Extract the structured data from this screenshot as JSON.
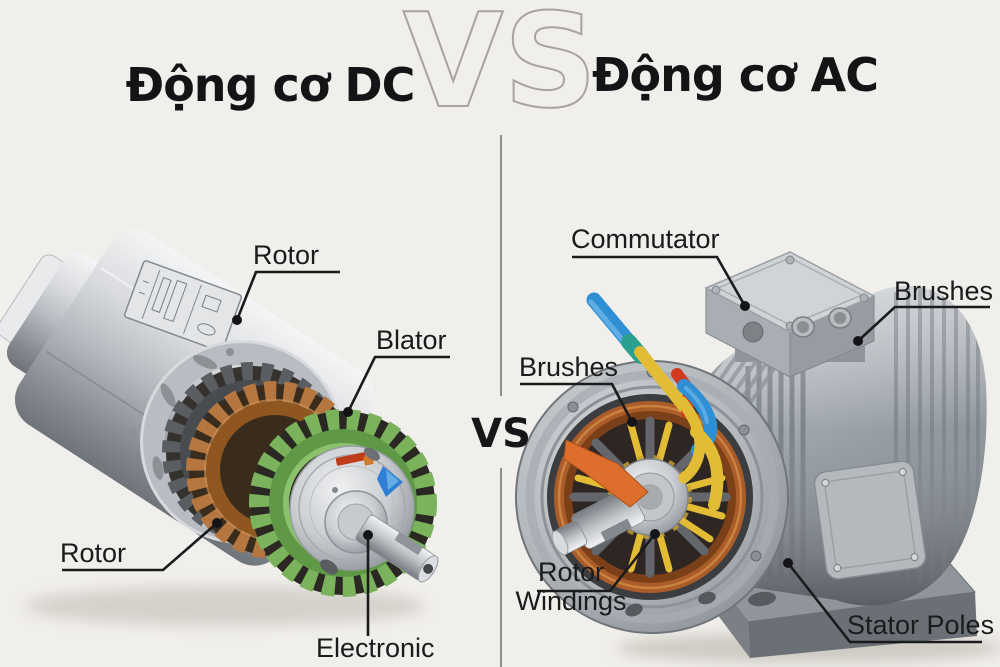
{
  "page": {
    "background_color": "#f1efeb",
    "divider_color": "#8f8d88",
    "text_color": "#161618"
  },
  "header": {
    "left_title": "Động cơ DC",
    "versus_watermark": "VS",
    "right_title": "Động cơ AC"
  },
  "center": {
    "versus_label": "VS"
  },
  "dc_motor": {
    "description": "DC motor cutaway illustration",
    "labels": {
      "rotor_top": "Rotor",
      "blator": "Blator",
      "rotor_bottom": "Rotor",
      "electronic": "Electronic"
    }
  },
  "ac_motor": {
    "description": "AC motor cutaway illustration",
    "labels": {
      "commutator": "Commutator",
      "brushes_right": "Brushes",
      "brushes_left": "Brushes",
      "rotor_windings": "Rotor Windings",
      "stator_poles": "Stator Poles"
    }
  },
  "colors": {
    "dc_body_silver": "#c3c6ca",
    "dc_copper_ring": "#b5773f",
    "dc_green_ring": "#6aa84f",
    "ac_housing_gray": "#9aa0a6",
    "ac_stator_copper": "#aa5c29",
    "winding_yellow": "#e2bc35",
    "wire_blue": "#2f8fd4",
    "clip_red": "#d23a20",
    "pointer_orange": "#dd6e2b",
    "leader_line_black": "#1b1b1d"
  }
}
